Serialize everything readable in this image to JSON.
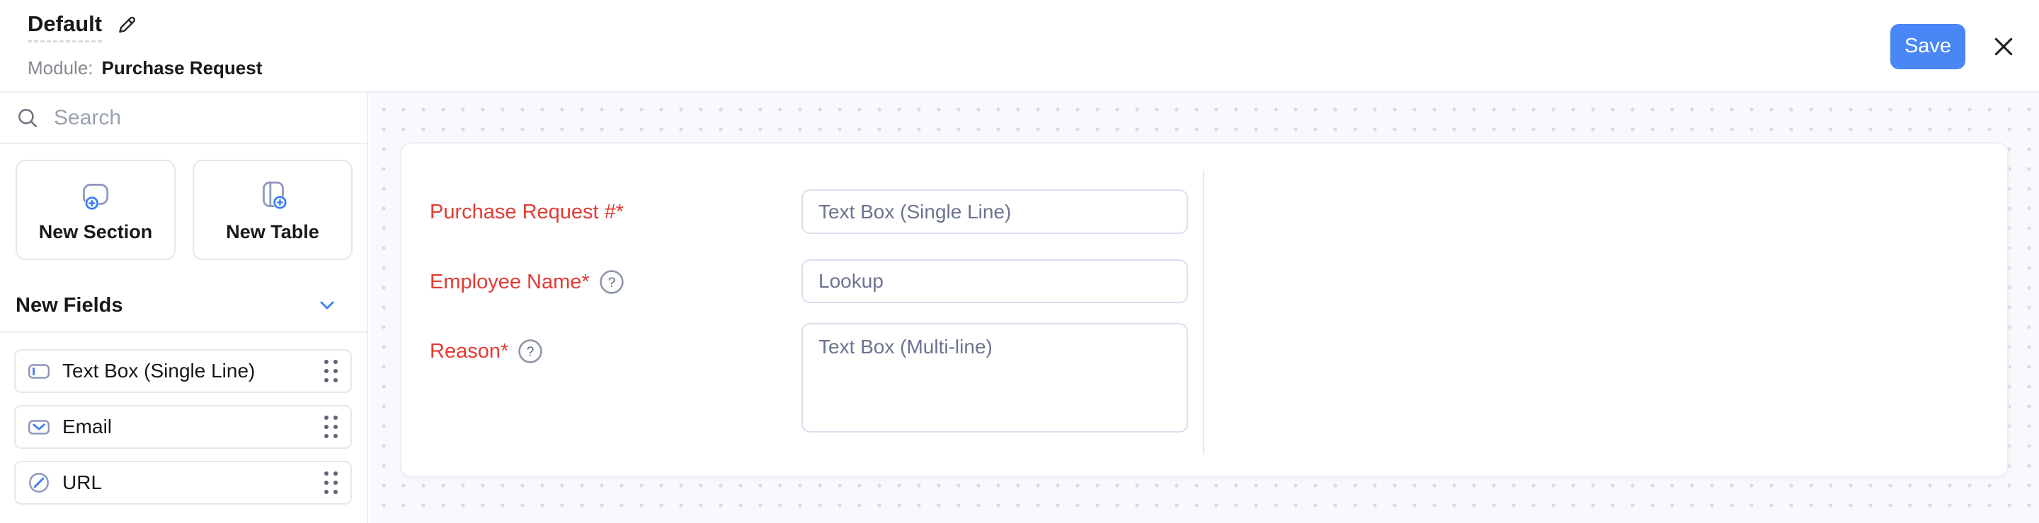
{
  "header": {
    "form_name": "Default",
    "module_label": "Module:",
    "module_value": "Purchase Request",
    "save_label": "Save"
  },
  "sidebar": {
    "search_placeholder": "Search",
    "cards": [
      {
        "label": "New Section",
        "icon": "new-section-icon"
      },
      {
        "label": "New Table",
        "icon": "new-table-icon"
      }
    ],
    "section_title": "New Fields",
    "fields": [
      {
        "label": "Text Box (Single Line)",
        "icon": "textbox-icon"
      },
      {
        "label": "Email",
        "icon": "email-icon"
      },
      {
        "label": "URL",
        "icon": "url-icon"
      }
    ]
  },
  "form": {
    "fields": [
      {
        "label": "Purchase Request #*",
        "placeholder": "Text Box (Single Line)",
        "has_help": false,
        "type": "single-line"
      },
      {
        "label": "Employee Name*",
        "placeholder": "Lookup",
        "has_help": true,
        "type": "lookup"
      },
      {
        "label": "Reason*",
        "placeholder": "Text Box (Multi-line)",
        "has_help": true,
        "type": "multi-line"
      }
    ]
  },
  "colors": {
    "accent_blue": "#4887f5",
    "icon_blue": "#3a7cf5",
    "icon_gray_purple": "#8d95bf",
    "required_red": "#e23b33",
    "canvas_bg": "#f8f9fd",
    "canvas_dot": "#d6dae8"
  }
}
